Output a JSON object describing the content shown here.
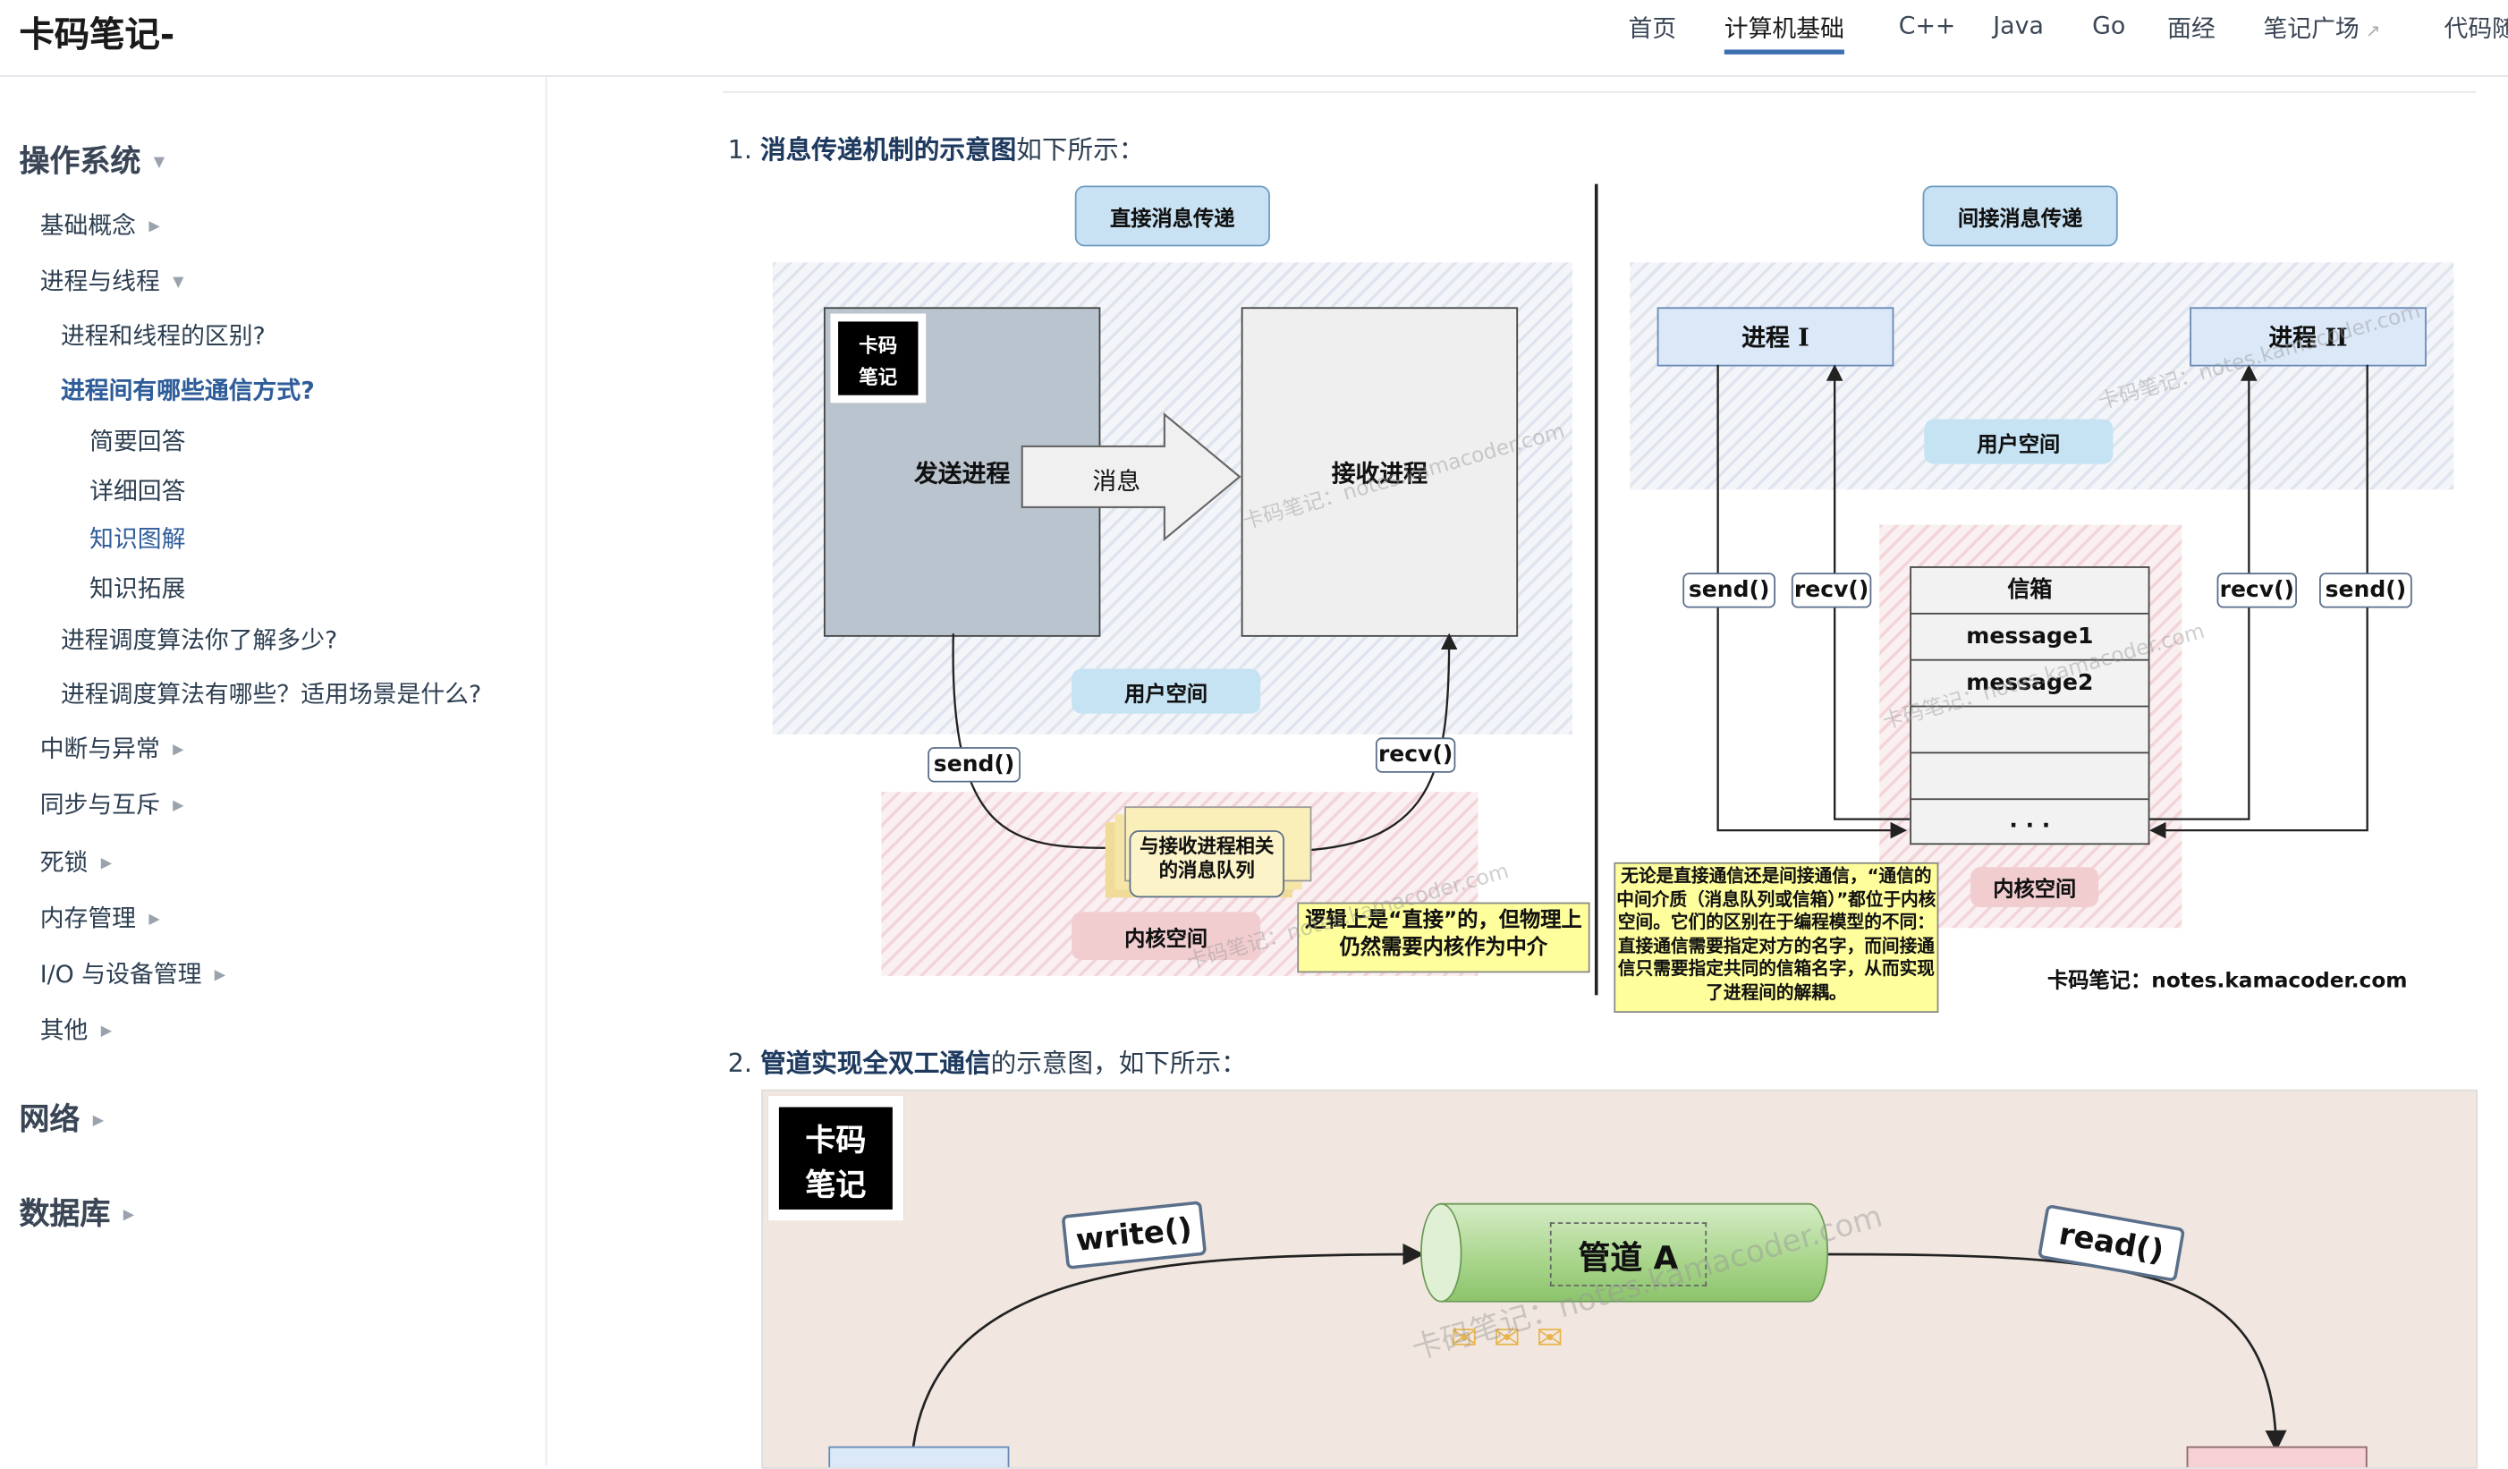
{
  "header": {
    "logo": "卡码笔记-",
    "nav": [
      "首页",
      "计算机基础",
      "C++",
      "Java",
      "Go",
      "面经",
      "笔记广场",
      "代码随"
    ]
  },
  "sidebar": {
    "os": "操作系统",
    "basic": "基础概念",
    "proc": "进程与线程",
    "p1": "进程和线程的区别?",
    "p2": "进程间有哪些通信方式?",
    "s1": "简要回答",
    "s2": "详细回答",
    "s3": "知识图解",
    "s4": "知识拓展",
    "p3": "进程调度算法你了解多少?",
    "p4": "进程调度算法有哪些？适用场景是什么?",
    "intr": "中断与异常",
    "sync": "同步与互斥",
    "dead": "死锁",
    "mem": "内存管理",
    "io": "I/O 与设备管理",
    "other": "其他",
    "net": "网络",
    "db": "数据库"
  },
  "main": {
    "h1_num": "1. ",
    "h1_bold": "消息传递机制的示意图",
    "h1_rest": "如下所示：",
    "h2_num": "2. ",
    "h2_bold": "管道实现全双工通信",
    "h2_rest": "的示意图，如下所示："
  },
  "fig1": {
    "direct": "直接消息传递",
    "indirect": "间接消息传递",
    "logo1": "卡码",
    "logo2": "笔记",
    "sender": "发送进程",
    "receiver": "接收进程",
    "msg": "消息",
    "user_space": "用户空间",
    "kernel_space": "内核空间",
    "send": "send()",
    "recv": "recv()",
    "queue": "与接收进程相关的消息队列",
    "note_direct": "逻辑上是“直接”的，但物理上仍然需要内核作为中介",
    "proc1": "进程 I",
    "proc2": "进程 II",
    "mailbox": "信箱",
    "m1": "message1",
    "m2": "message2",
    "dots": ". . .",
    "note_all": "无论是直接通信还是间接通信，“通信的中间介质（消息队列或信箱）”都位于内核空间。它们的区别在于编程模型的不同：直接通信需要指定对方的名字，而间接通信只需要指定共同的信箱名字，从而实现了进程间的解耦。",
    "credit": "卡码笔记：notes.kamacoder.com",
    "watermark": "卡码笔记：notes.kamacoder.com"
  },
  "fig2": {
    "logo1": "卡码",
    "logo2": "笔记",
    "write": "write()",
    "read": "read()",
    "pipe": "管道 A",
    "watermark": "卡码笔记：notes.kamacoder.com"
  }
}
